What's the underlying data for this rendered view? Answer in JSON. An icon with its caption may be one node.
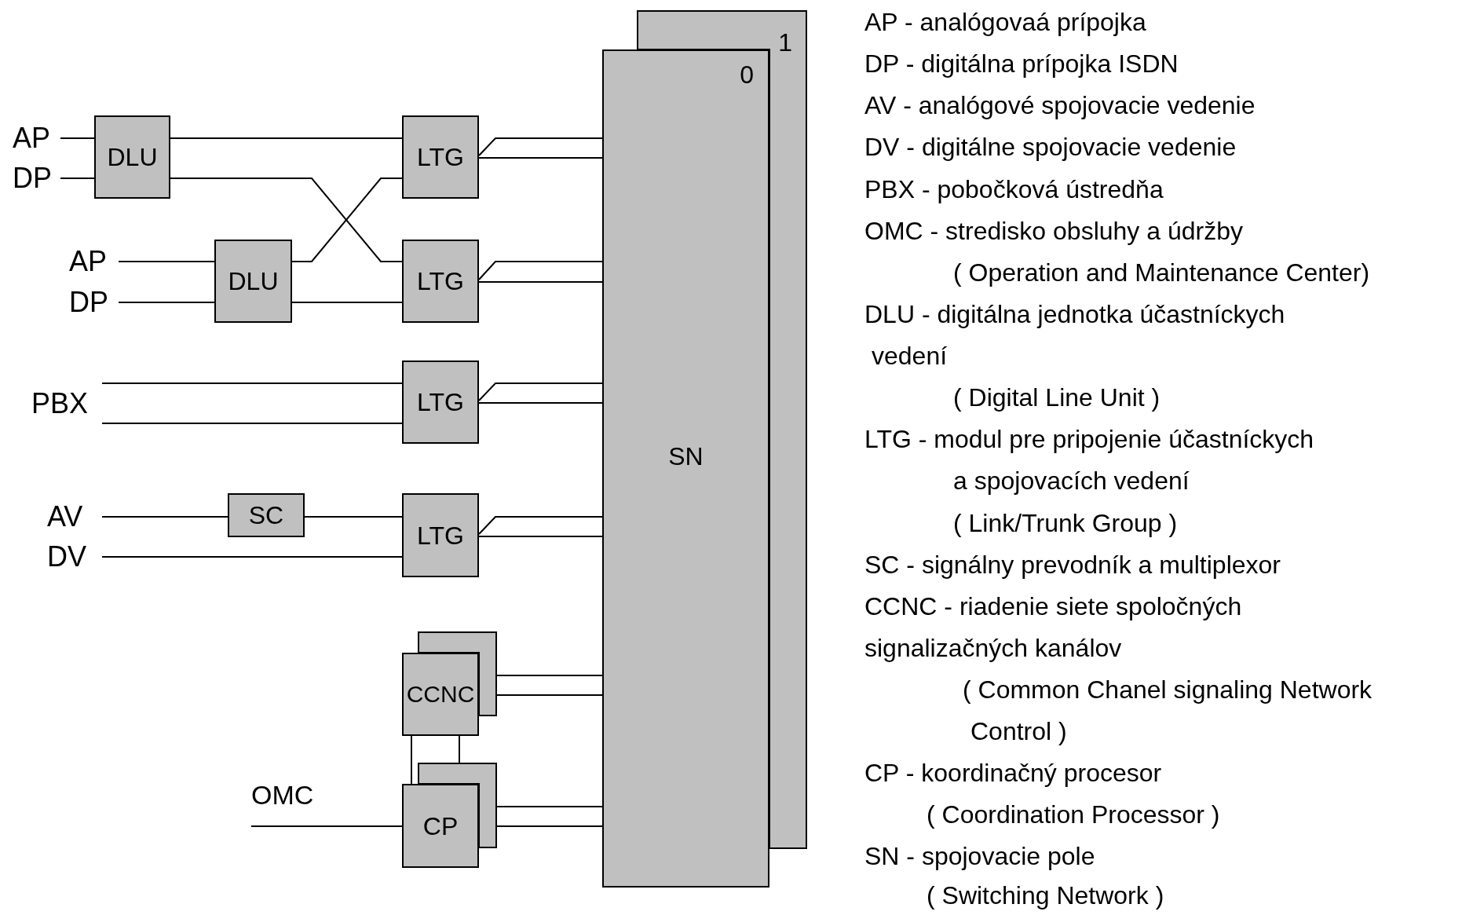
{
  "diagram": {
    "nodes": [
      {
        "text": [
          "AP"
        ]
      },
      {
        "text": [
          "DP"
        ]
      },
      {
        "text": [
          "DLU"
        ]
      },
      {
        "text": [
          "LTG"
        ]
      },
      {
        "text": [
          "AP"
        ]
      },
      {
        "text": [
          "DP"
        ]
      },
      {
        "text": [
          "DLU"
        ]
      },
      {
        "text": [
          "LTG"
        ]
      },
      {
        "text": [
          "PBX"
        ]
      },
      {
        "text": [
          "LTG"
        ]
      },
      {
        "text": [
          "AV"
        ]
      },
      {
        "text": [
          "SC"
        ]
      },
      {
        "text": [
          "LTG"
        ]
      },
      {
        "text": [
          "DV"
        ]
      },
      {
        "text": [],
        "shape": "box"
      },
      {
        "text": [
          "CCNC"
        ]
      },
      {
        "text": [
          "OMC"
        ]
      },
      {
        "text": [],
        "shape": "box"
      },
      {
        "text": [
          "CP"
        ]
      },
      {
        "text": [
          "1"
        ]
      },
      {
        "text": [
          "0",
          "SN"
        ]
      }
    ],
    "edges": [
      {
        "from": 0,
        "to": 2,
        "arrow": "none"
      },
      {
        "from": 1,
        "to": 2,
        "arrow": "none"
      },
      {
        "from": 2,
        "to": 3,
        "arrow": "none"
      },
      {
        "from": 2,
        "to": 7,
        "arrow": "none"
      },
      {
        "from": 4,
        "to": 6,
        "arrow": "none"
      },
      {
        "from": 5,
        "to": 6,
        "arrow": "none"
      },
      {
        "from": 6,
        "to": 3,
        "arrow": "none"
      },
      {
        "from": 6,
        "to": 7,
        "arrow": "none"
      },
      {
        "from": 8,
        "to": 9,
        "arrow": "none"
      },
      {
        "from": 8,
        "to": 9,
        "arrow": "none"
      },
      {
        "from": 10,
        "to": 11,
        "arrow": "none"
      },
      {
        "from": 11,
        "to": 12,
        "arrow": "none"
      },
      {
        "from": 13,
        "to": 12,
        "arrow": "none"
      },
      {
        "from": 3,
        "to": 20,
        "arrow": "none"
      },
      {
        "from": 3,
        "to": 20,
        "arrow": "none"
      },
      {
        "from": 7,
        "to": 20,
        "arrow": "none"
      },
      {
        "from": 7,
        "to": 20,
        "arrow": "none"
      },
      {
        "from": 9,
        "to": 20,
        "arrow": "none"
      },
      {
        "from": 9,
        "to": 20,
        "arrow": "none"
      },
      {
        "from": 12,
        "to": 20,
        "arrow": "none"
      },
      {
        "from": 12,
        "to": 20,
        "arrow": "none"
      },
      {
        "from": 14,
        "to": 20,
        "arrow": "none"
      },
      {
        "from": 15,
        "to": 20,
        "arrow": "none"
      },
      {
        "from": 15,
        "to": 18,
        "arrow": "none"
      },
      {
        "from": 15,
        "to": 17,
        "arrow": "none"
      },
      {
        "from": 16,
        "to": 18,
        "arrow": "none"
      },
      {
        "from": 17,
        "to": 20,
        "arrow": "none"
      },
      {
        "from": 18,
        "to": 20,
        "arrow": "none"
      }
    ],
    "labels": [
      "AP - analógovaá prípojka",
      "DP - digitálna prípojka ISDN",
      "AV - analógové spojovacie vedenie",
      "DV - digitálne spojovacie vedenie",
      "PBX - pobočková ústredňa",
      "OMC - stredisko obsluhy a údržby",
      "( Operation and Maintenance Center)",
      "DLU - digitálna jednotka účastníckych",
      "vedení",
      "( Digital Line Unit )",
      "LTG - modul pre pripojenie účastníckych",
      "a spojovacích vedení",
      "( Link/Trunk Group )",
      "SC - signálny prevodník a multiplexor",
      "CCNC - riadenie siete spoločných",
      "signalizačných kanálov",
      "( Common Chanel signaling Network",
      "Control )",
      "CP - koordinačný procesor",
      "( Coordination Processor )",
      "SN - spojovacie pole",
      "( Switching Network )"
    ]
  }
}
